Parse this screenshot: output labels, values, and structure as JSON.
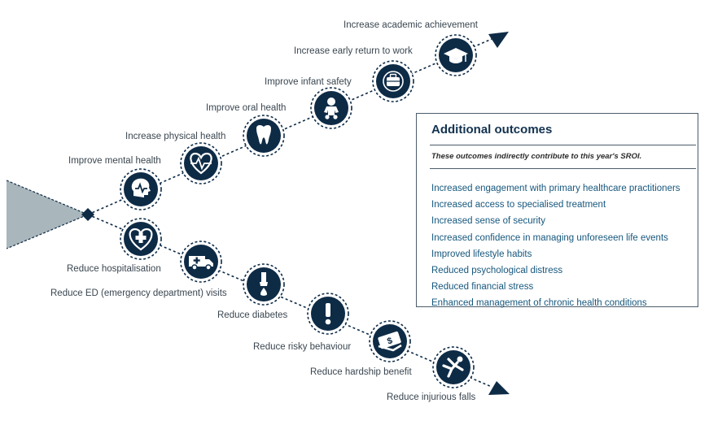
{
  "outcomes_upper": [
    {
      "label": "Improve mental health",
      "icon": "head-heartbeat-icon"
    },
    {
      "label": "Increase physical health",
      "icon": "heart-pulse-icon"
    },
    {
      "label": "Improve oral health",
      "icon": "tooth-icon"
    },
    {
      "label": "Improve infant safety",
      "icon": "baby-icon"
    },
    {
      "label": "Increase early return to work",
      "icon": "briefcase-icon"
    },
    {
      "label": "Increase academic achievement",
      "icon": "graduation-cap-icon"
    }
  ],
  "outcomes_lower": [
    {
      "label": "Reduce hospitalisation",
      "icon": "medical-heart-icon"
    },
    {
      "label": "Reduce ED (emergency department) visits",
      "icon": "ambulance-icon"
    },
    {
      "label": "Reduce diabetes",
      "icon": "blood-drop-finger-icon"
    },
    {
      "label": "Reduce risky behaviour",
      "icon": "exclamation-icon"
    },
    {
      "label": "Reduce hardship benefit",
      "icon": "money-hand-icon"
    },
    {
      "label": "Reduce injurious falls",
      "icon": "falling-person-icon"
    }
  ],
  "additional": {
    "title": "Additional outcomes",
    "subtitle": "These outcomes indirectly contribute to this year's SROI.",
    "items": [
      "Increased engagement with primary healthcare practitioners",
      "Increased access to specialised treatment",
      "Increased sense of security",
      "Increased confidence in managing unforeseen life events",
      "Improved lifestyle habits",
      "Reduced psychological distress",
      "Reduced financial stress",
      "Enhanced management of chronic health conditions"
    ]
  },
  "colors": {
    "node_fill": "#0e2b46",
    "funnel": "#a9b6bb",
    "line": "#0e2b46",
    "list_text": "#16577d",
    "title_text": "#12324f"
  }
}
